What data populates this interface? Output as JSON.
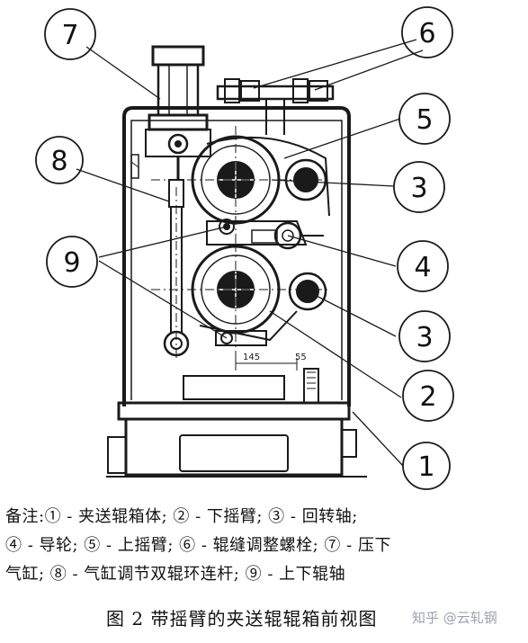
{
  "diagram": {
    "callouts": [
      "7",
      "6",
      "8",
      "5",
      "3",
      "9",
      "4",
      "3",
      "2",
      "1"
    ],
    "dimensions": [
      "145",
      "55"
    ]
  },
  "notes": {
    "line1": "备注:① - 夹送辊箱体; ② - 下摇臂; ③ - 回转轴;",
    "line2": "④ - 导轮; ⑤ - 上摇臂; ⑥ - 辊缝调整螺栓; ⑦ - 压下",
    "line3": "气缸; ⑧ - 气缸调节双辊环连杆; ⑨ - 上下辊轴"
  },
  "caption": "图 2 带摇臂的夹送辊辊箱前视图",
  "watermark": "知乎 @云轧钢"
}
